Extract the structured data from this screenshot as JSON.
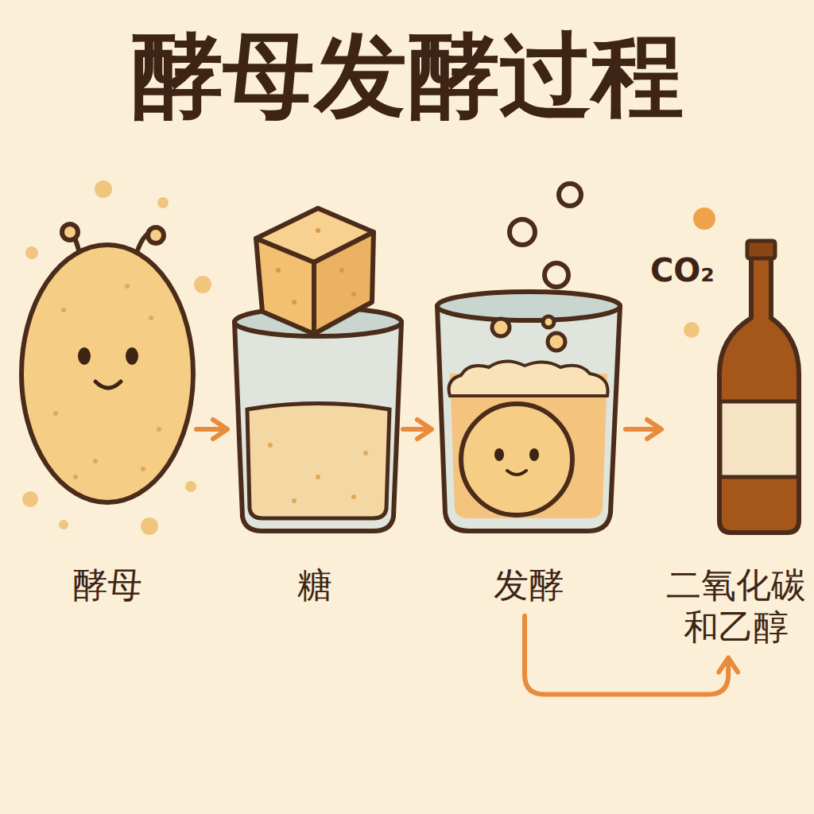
{
  "diagram": {
    "title": "酵母发酵过程",
    "nodes": [
      {
        "text": [
          "酵母"
        ]
      },
      {
        "text": [
          "糖"
        ]
      },
      {
        "text": [
          "发酵"
        ]
      },
      {
        "text": [
          "二氧化碳和乙醇"
        ]
      }
    ],
    "edges": [
      {
        "from": 0,
        "to": 1,
        "arrow": "to"
      },
      {
        "from": 1,
        "to": 2,
        "arrow": "to"
      },
      {
        "from": 2,
        "to": 3,
        "arrow": "to"
      },
      {
        "from": 2,
        "to": 3,
        "arrow": "to"
      }
    ],
    "labels": [
      "CO₂"
    ]
  }
}
